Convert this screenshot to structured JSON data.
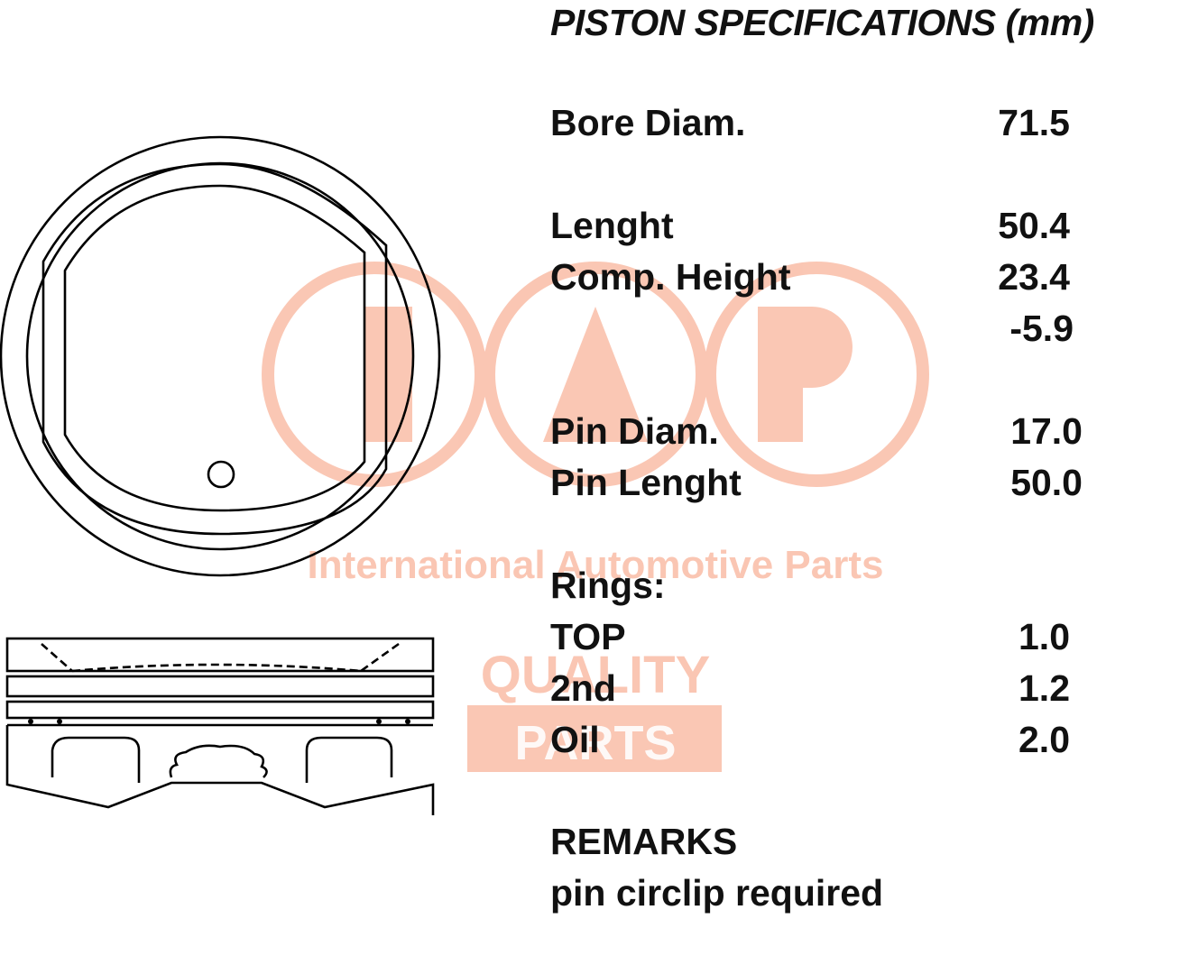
{
  "title": "PISTON SPECIFICATIONS (mm)",
  "specs": [
    {
      "label": "Bore Diam.",
      "value": "71.5"
    },
    {
      "label": "Lenght",
      "value": "50.4"
    },
    {
      "label": "Comp. Height",
      "value": "23.4"
    },
    {
      "label": "",
      "value": "-5.9"
    },
    {
      "label": "Pin Diam.",
      "value": "17.0"
    },
    {
      "label": "Pin Lenght",
      "value": "50.0"
    }
  ],
  "rings": {
    "heading": "Rings:",
    "items": [
      {
        "label": "TOP",
        "value": "1.0"
      },
      {
        "label": "2nd",
        "value": "1.2"
      },
      {
        "label": "Oil",
        "value": "2.0"
      }
    ]
  },
  "remarks": {
    "heading": "REMARKS",
    "text": "pin circlip required"
  },
  "watermark": {
    "tagline": "International Automotive Parts",
    "quality": "QUALITY",
    "parts": "PARTS",
    "color": "#f26b3a"
  }
}
